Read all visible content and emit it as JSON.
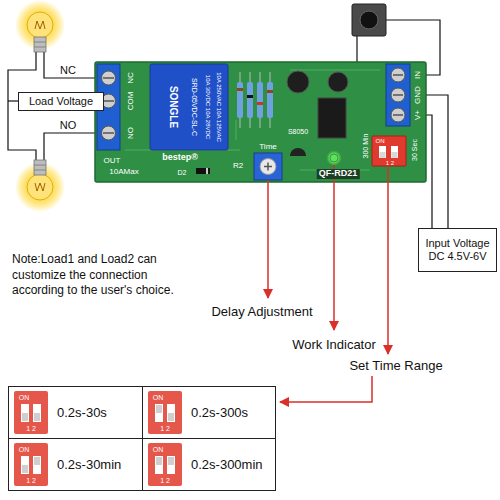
{
  "diagram": {
    "nodes": [
      {
        "text": [
          "Load Voltage"
        ]
      },
      {
        "text": [
          "Input Voltage DC 4.5V-6V"
        ]
      },
      {
        "text": [
          "0.2s-30s"
        ]
      },
      {
        "text": [
          "0.2s-300s"
        ]
      },
      {
        "text": [
          "0.2s-30min"
        ]
      },
      {
        "text": [
          "0.2s-300min"
        ]
      }
    ],
    "labels": [
      "NC",
      "NO",
      "NC",
      "COM",
      "NO",
      "OUT",
      "10AMax",
      "bestep®",
      "10A 250VAC 10A 125VAC",
      "10A 30VDC 10A 28VDC",
      "SRD-05VDC-SL-C",
      "SONGLE",
      "R2",
      "S8050",
      "Time",
      "D2",
      "QF-RD21",
      "300 Min",
      "30 Sec",
      "ON",
      "1 2",
      "IN",
      "GND",
      "V+",
      "Note:Load1 and Load2 can customize the connection according to the user's choice.",
      "Delay Adjustment",
      "Work Indicator",
      "Set Time Range",
      "ON",
      "1 2",
      "ON",
      "1 2",
      "ON",
      "1 2",
      "ON",
      "1 2"
    ]
  }
}
